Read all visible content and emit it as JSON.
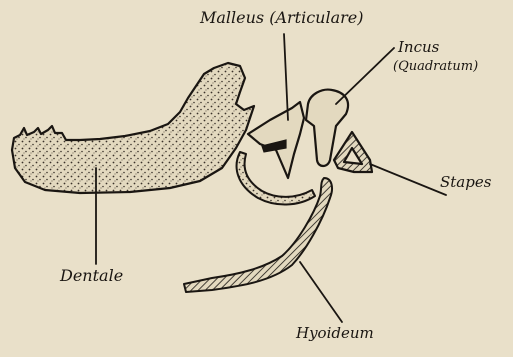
{
  "diagram": {
    "labels": {
      "malleus": "Malleus (Articulare)",
      "incus_line1": "Incus",
      "incus_line2": "(Quadratum)",
      "stapes": "Stapes",
      "dentale": "Dentale",
      "hyoideum": "Hyoideum"
    },
    "colors": {
      "paper": "#e9e0c9",
      "ink": "#1a1612",
      "bone_fill": "#e3d9bf",
      "stipple": "#3a322a"
    }
  }
}
